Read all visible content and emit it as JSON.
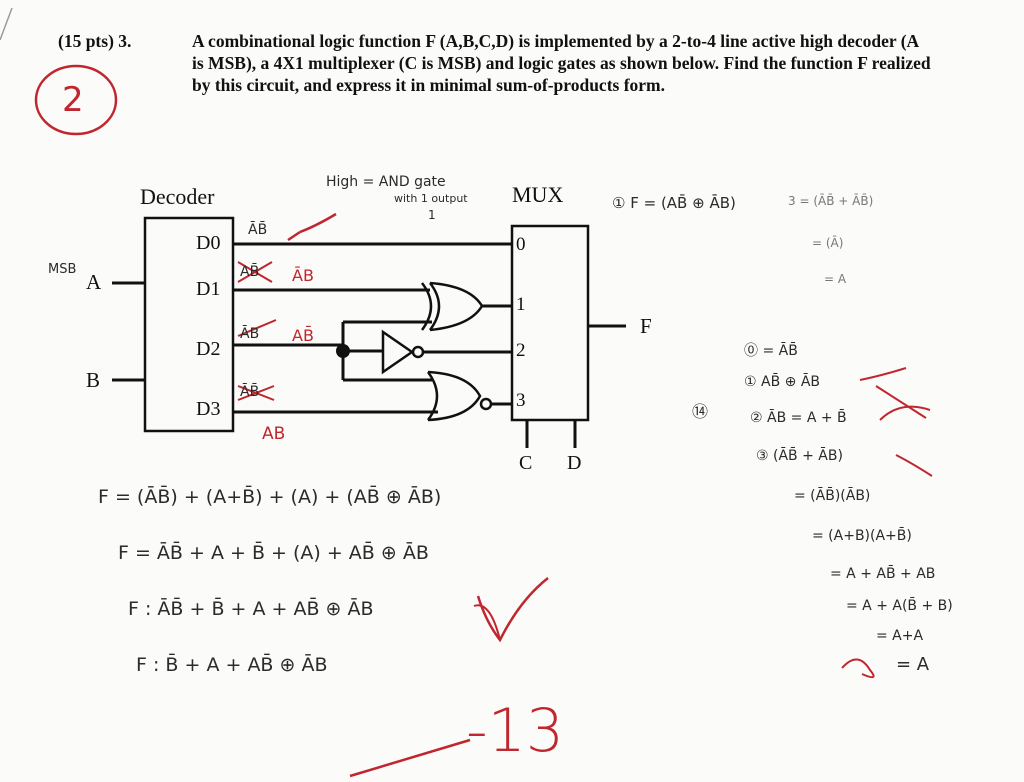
{
  "problem": {
    "points": "(15 pts) 3.",
    "text": "A combinational logic function F (A,B,C,D) is implemented by a 2-to-4 line active high decoder (A is MSB), a 4X1 multiplexer (C is MSB) and logic gates as shown below. Find the function F realized by this circuit, and express it in minimal sum-of-products form."
  },
  "grade": {
    "circled": "2",
    "score": "-13"
  },
  "diagram": {
    "decoder_title": "Decoder",
    "mux_title": "MUX",
    "decoder_outputs": [
      "D0",
      "D1",
      "D2",
      "D3"
    ],
    "inputs": [
      "A",
      "B"
    ],
    "msb_note": "MSB",
    "mux_inputs": [
      "0",
      "1",
      "2",
      "3"
    ],
    "select_labels": [
      "C",
      "D"
    ],
    "output": "F"
  },
  "handwriting": {
    "note_top": "High = AND gate",
    "note_sub": "with 1 output",
    "note_sub2": "1",
    "d0_term": "ĀB̄",
    "d1_struck": "AB̄",
    "d1_term": "ĀB",
    "d2_struck": "ĀB",
    "d2_term": "AB̄",
    "d3_struck": "ĀB̄",
    "d3_term": "AB",
    "eq_lines": [
      "F = (ĀB̄) + (A+B̄) + (A) + (AB̄ ⊕ ĀB)",
      "F = ĀB̄ + A + B̄ + (A) + AB̄ ⊕ ĀB",
      "F : ĀB̄ + B̄ + A + AB̄ ⊕ ĀB",
      "F : B̄ + A + AB̄ ⊕ ĀB"
    ],
    "side_notes": [
      "① F = (AB̄ ⊕ ĀB)",
      "3 = (ĀB̄ + ĀB̄)",
      "= (Ā)",
      "= A",
      "⓪ = ĀB̄",
      "① AB̄ ⊕ ĀB",
      "② ĀB = A + B̄",
      "③ (ĀB̄ + ĀB)",
      "= (ĀB̄)(ĀB)",
      "= (A+B)(A+B̄)",
      "= A + AB̄ + AB",
      "= A + A(B̄ + B)",
      "= A+A",
      "= A"
    ],
    "circled_small": "⑭"
  }
}
